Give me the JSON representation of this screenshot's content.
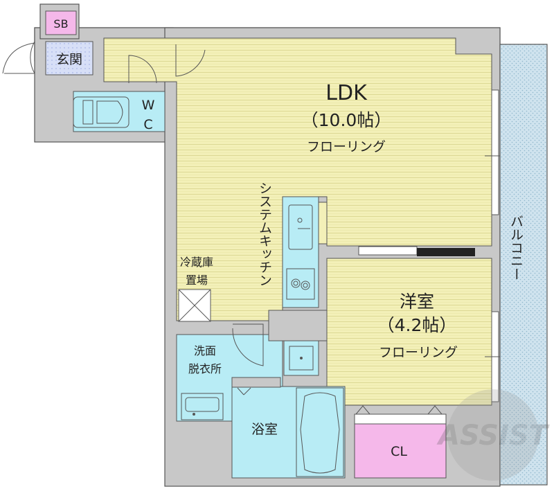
{
  "rooms": {
    "ldk": {
      "name": "LDK",
      "size": "（10.0帖）",
      "floor": "フローリング"
    },
    "western": {
      "name": "洋室",
      "size": "（4.2帖）",
      "floor": "フローリング"
    },
    "entrance": "玄関",
    "shoebox": "SB",
    "wc_w": "W",
    "wc_c": "C",
    "kitchen": "システムキッチン",
    "fridge_line1": "冷蔵庫",
    "fridge_line2": "置場",
    "washroom_line1": "洗面",
    "washroom_line2": "脱衣所",
    "bath": "浴室",
    "closet": "CL",
    "balcony": "バルコニー"
  },
  "watermark": "ASSIST",
  "colors": {
    "floor": "#f3f0b8",
    "floor_lines": "#e0dc97",
    "wall": "#c8c8c8",
    "wet": "#b8ecf5",
    "entrance": "#d7dff7",
    "closet": "#f5b8ea",
    "balcony": "#cde3ee"
  }
}
